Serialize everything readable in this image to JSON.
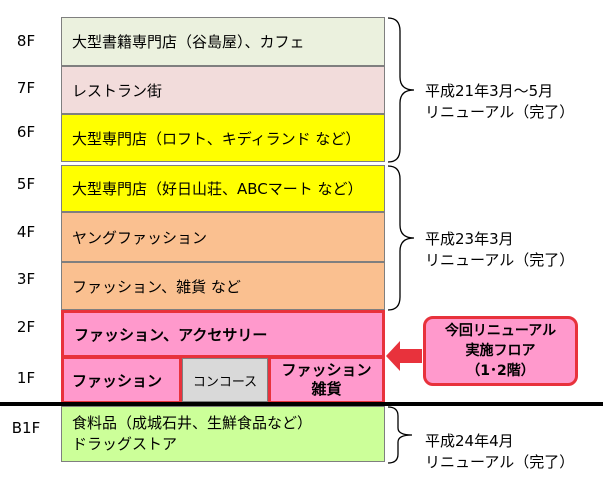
{
  "floors": {
    "f8": "8F",
    "f7": "7F",
    "f6": "6F",
    "f5": "5F",
    "f4": "4F",
    "f3": "3F",
    "f2": "2F",
    "f1": "1F",
    "b1": "B1F"
  },
  "boxes": {
    "f8": "大型書籍専門店（谷島屋）、カフェ",
    "f7": "レストラン街",
    "f6": "大型専門店（ロフト、キディランド など）",
    "f5": "大型専門店（好日山荘、ABCマート など）",
    "f4": "ヤングファッション",
    "f3": "ファッション、雑貨 など",
    "f2": "ファッション、アクセサリー",
    "f1_left": "ファッション",
    "f1_mid": "コンコース",
    "f1_right_1": "ファッション",
    "f1_right_2": "雑貨",
    "b1_1": "食料品（成城石井、生鮮食品など）",
    "b1_2": "ドラッグストア"
  },
  "notes": {
    "n1_1": "平成21年3月～5月",
    "n1_2": "リニューアル（完了）",
    "n2_1": "平成23年3月",
    "n2_2": "リニューアル（完了）",
    "n3_1": "平成24年4月",
    "n3_2": "リニューアル（完了）"
  },
  "callout": {
    "line1": "今回リニューアル",
    "line2": "実施フロア",
    "line3": "（1･2階）"
  },
  "colors": {
    "f8": "#ebf1de",
    "f7": "#f2dcdb",
    "yellow": "#ffff00",
    "orange": "#fac090",
    "pink": "#ff99cc",
    "green": "#ccff99",
    "concourse": "#d9d9d9",
    "red": "#e8323c"
  }
}
